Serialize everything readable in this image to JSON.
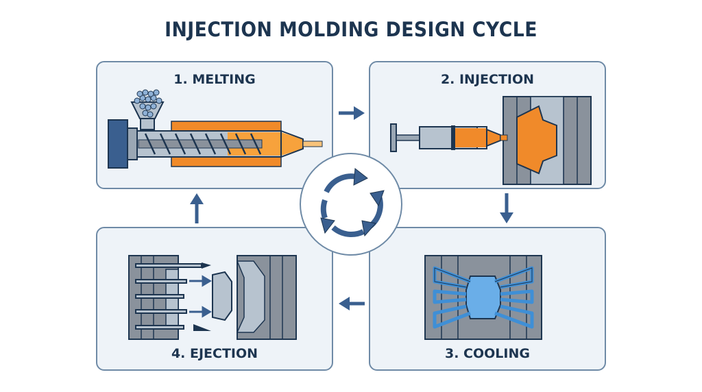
{
  "title": "INJECTION MOLDING DESIGN CYCLE",
  "stages": [
    {
      "label": "1. MELTING"
    },
    {
      "label": "2. INJECTION"
    },
    {
      "label": "3. COOLING"
    },
    {
      "label": "4. EJECTION"
    }
  ],
  "colors": {
    "navy": "#1d3550",
    "panel_border": "#6e8aa6",
    "panel_fill": "#eef3f8",
    "arrow_blue": "#3a5f8f",
    "molten_orange": "#f08a2a",
    "cooling_blue": "#3f8fd6",
    "mold_gray": "#8a929c"
  },
  "icons": [
    "cycle-arrows-icon",
    "arrow-right-icon",
    "arrow-down-icon",
    "arrow-left-icon",
    "arrow-up-icon"
  ]
}
